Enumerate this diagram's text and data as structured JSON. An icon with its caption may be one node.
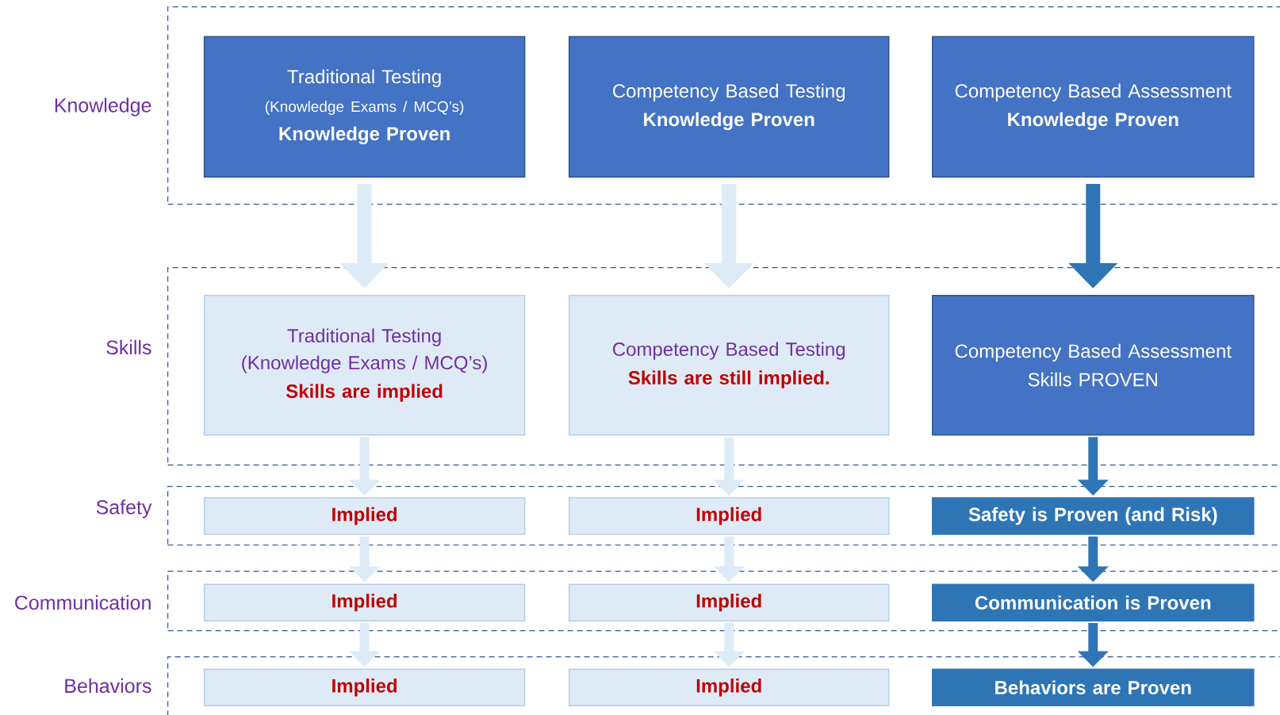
{
  "diagram": {
    "nodes": [
      {
        "text": [
          "Knowledge"
        ]
      },
      {
        "text": [
          "Traditional Testing",
          "(Knowledge Exams / MCQ’s)",
          "Knowledge Proven"
        ],
        "in": 0
      },
      {
        "text": [
          "Competency Based Testing",
          "Knowledge Proven"
        ],
        "in": 0
      },
      {
        "text": [
          "Competency Based Assessment",
          "Knowledge Proven"
        ],
        "in": 0
      },
      {
        "text": [
          "Skills"
        ]
      },
      {
        "text": [
          "Traditional Testing (Knowledge Exams / MCQ’s)",
          "Skills are implied"
        ],
        "in": 4
      },
      {
        "text": [
          "Competency Based Testing",
          "Skills are still implied."
        ],
        "in": 4
      },
      {
        "text": [
          "Competency Based Assessment",
          "Skills PROVEN"
        ],
        "in": 4
      },
      {
        "text": [
          "Safety"
        ]
      },
      {
        "text": [
          "Implied"
        ],
        "in": 8
      },
      {
        "text": [
          "Implied"
        ],
        "in": 8
      },
      {
        "text": [
          "Safety is Proven (and Risk)"
        ],
        "in": 8
      },
      {
        "text": [
          "Communication"
        ]
      },
      {
        "text": [
          "Implied"
        ],
        "in": 12
      },
      {
        "text": [
          "Implied"
        ],
        "in": 12
      },
      {
        "text": [
          "Communication is Proven"
        ],
        "in": 12
      },
      {
        "text": [
          "Behaviors"
        ]
      },
      {
        "text": [
          "Implied"
        ],
        "in": 16
      },
      {
        "text": [
          "Implied"
        ],
        "in": 16
      },
      {
        "text": [
          "Behaviors are Proven"
        ],
        "in": 16
      }
    ],
    "edges": [
      {
        "from": 1,
        "to": 5,
        "arrow": "to"
      },
      {
        "from": 2,
        "to": 6,
        "arrow": "to"
      },
      {
        "from": 3,
        "to": 7,
        "arrow": "to",
        "color": "#2e75b6"
      },
      {
        "from": 5,
        "to": 9,
        "arrow": "to"
      },
      {
        "from": 6,
        "to": 10,
        "arrow": "to"
      },
      {
        "from": 7,
        "to": 11,
        "arrow": "to",
        "color": "#2e75b6"
      },
      {
        "from": 9,
        "to": 13,
        "arrow": "to"
      },
      {
        "from": 10,
        "to": 14,
        "arrow": "to"
      },
      {
        "from": 11,
        "to": 15,
        "arrow": "to",
        "color": "#2e75b6"
      },
      {
        "from": 13,
        "to": 17,
        "arrow": "to"
      },
      {
        "from": 14,
        "to": 18,
        "arrow": "to"
      },
      {
        "from": 15,
        "to": 19,
        "arrow": "to",
        "color": "#2e75b6"
      }
    ]
  }
}
